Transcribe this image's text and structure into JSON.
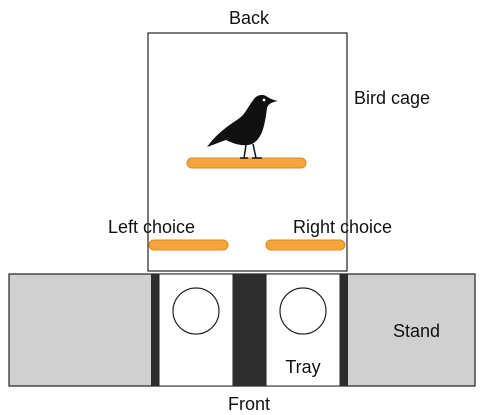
{
  "labels": {
    "back": "Back",
    "bird_cage": "Bird cage",
    "left_choice": "Left choice",
    "right_choice": "Right choice",
    "stand": "Stand",
    "tray": "Tray",
    "front": "Front"
  },
  "colors": {
    "perch_fill": "#f4a53c",
    "perch_stroke": "#d98a20",
    "stand_fill": "#d0d0d0",
    "divider_fill": "#2e2e2e",
    "outline": "#222222",
    "bird": "#111111"
  },
  "icons": {
    "bird": "crow-silhouette"
  }
}
